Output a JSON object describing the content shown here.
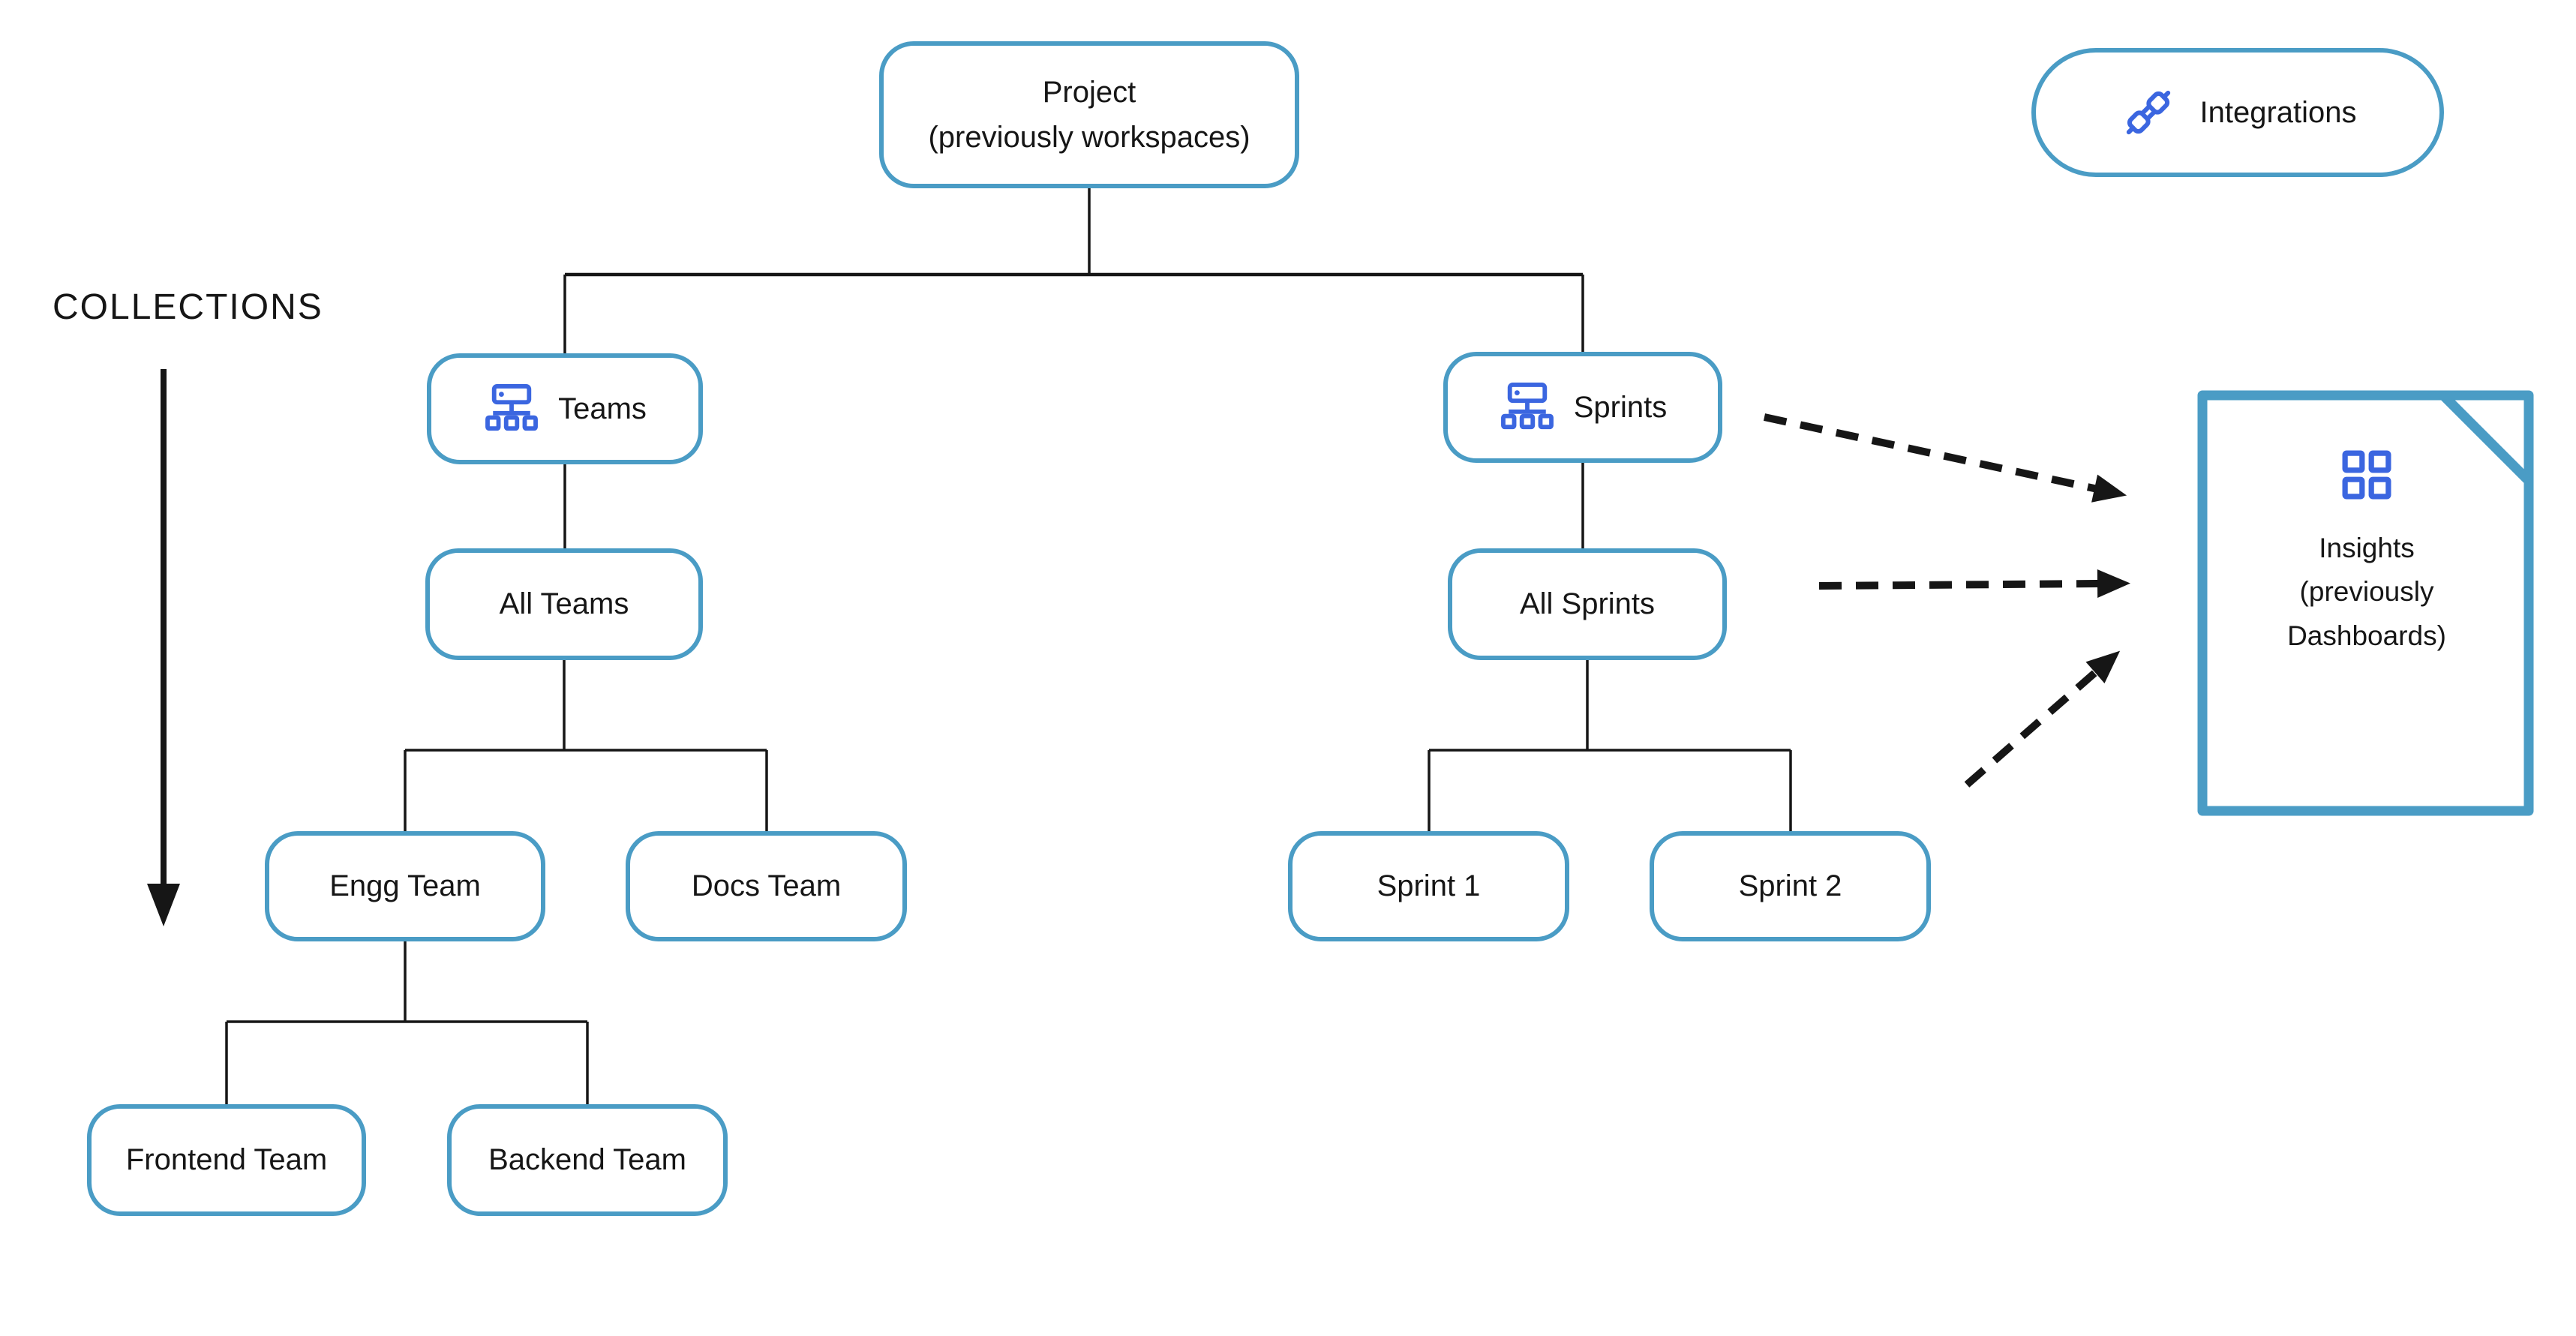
{
  "collections": {
    "label": "COLLECTIONS"
  },
  "integrations": {
    "label": "Integrations",
    "icon": "plug-connection-icon"
  },
  "tree": {
    "project": {
      "line1": "Project",
      "line2": "(previously workspaces)"
    },
    "teams": {
      "label": "Teams",
      "icon": "org-chart-icon"
    },
    "sprints": {
      "label": "Sprints",
      "icon": "org-chart-icon"
    },
    "all_teams": {
      "label": "All Teams"
    },
    "all_sprints": {
      "label": "All Sprints"
    },
    "engg_team": {
      "label": "Engg Team"
    },
    "docs_team": {
      "label": "Docs Team"
    },
    "sprint_1": {
      "label": "Sprint 1"
    },
    "sprint_2": {
      "label": "Sprint 2"
    },
    "frontend_team": {
      "label": "Frontend Team"
    },
    "backend_team": {
      "label": "Backend Team"
    }
  },
  "insights": {
    "line1": "Insights",
    "line2": "(previously",
    "line3": "Dashboards)",
    "icon": "dashboard-grid-icon"
  },
  "colors": {
    "node_border": "#4A9CC5",
    "icon_blue": "#3B66E0",
    "connector": "#161616",
    "text": "#161616",
    "background": "#ffffff"
  }
}
